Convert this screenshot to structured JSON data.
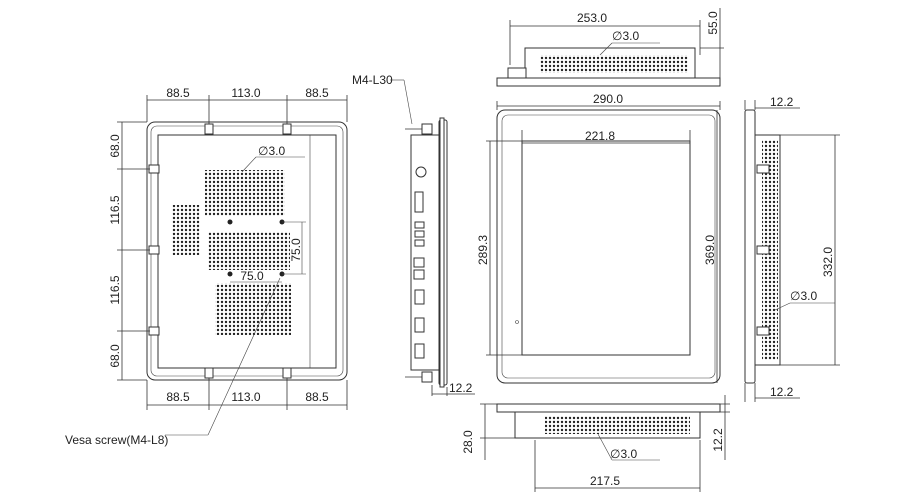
{
  "rear_view": {
    "top_dims": [
      "88.5",
      "113.0",
      "88.5"
    ],
    "bottom_dims": [
      "88.5",
      "113.0",
      "88.5"
    ],
    "left_dims": [
      "68.0",
      "116.5",
      "116.5",
      "68.0"
    ],
    "hole_dia": "3.0",
    "vesa_v": "75.0",
    "vesa_h": "75.0",
    "vesa_label": "Vesa screw(M4-L8)"
  },
  "side_view": {
    "screw_label": "M4-L30",
    "bezel_depth": "12.2"
  },
  "front_view": {
    "width": "290.0",
    "screen_width": "221.8",
    "screen_height": "289.3",
    "height": "369.0"
  },
  "top_view": {
    "width": "253.0",
    "depth": "55.0",
    "hole_dia": "3.0"
  },
  "right_view": {
    "bezel_top": "12.2",
    "height": "332.0",
    "hole_dia": "3.0",
    "bezel_bottom": "12.2"
  },
  "bottom_view": {
    "depth": "28.0",
    "bezel": "12.2",
    "hole_dia": "3.0",
    "width": "217.5"
  },
  "symbols": {
    "diameter": "∅"
  }
}
